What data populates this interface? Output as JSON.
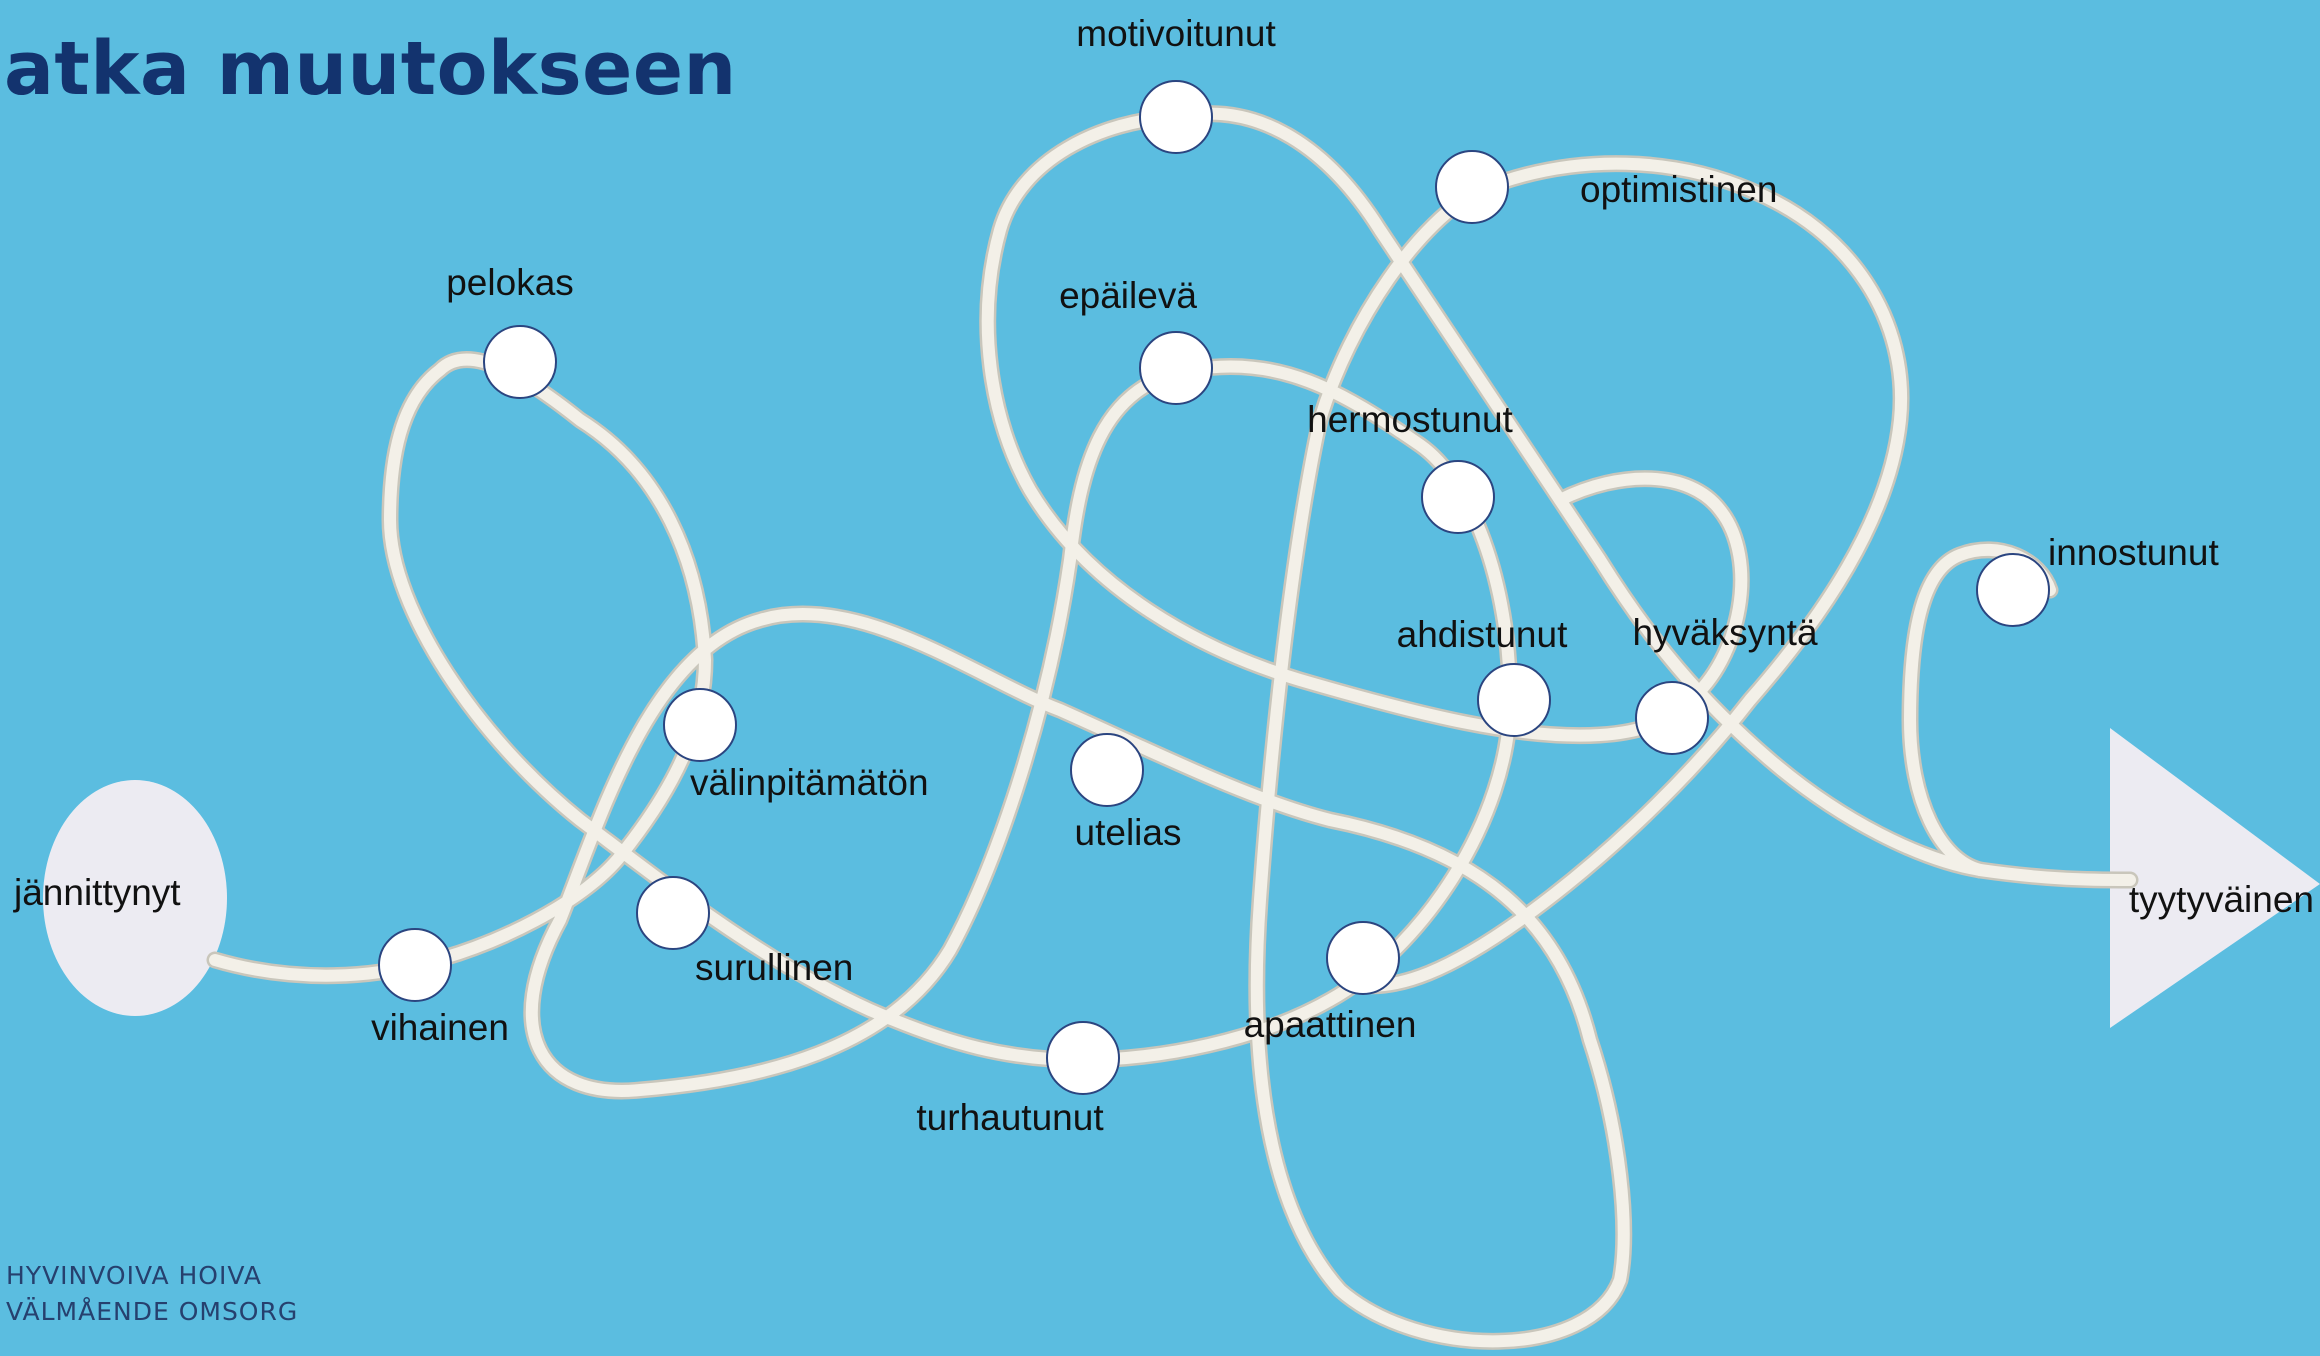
{
  "title": "atka muutokseen",
  "footer": {
    "line1": "HYVINVOIVA HOIVA",
    "line2": "VÄLMÅENDE OMSORG"
  },
  "colors": {
    "background": "#5bbde0",
    "string": "#f3f0e8",
    "node_fill": "#ffffff",
    "node_stroke": "#2b4580",
    "title": "#13336e"
  },
  "start_label": "jännittynyt",
  "end_label": "tyytyväinen",
  "nodes": [
    {
      "id": "vihainen",
      "label": "vihainen"
    },
    {
      "id": "pelokas",
      "label": "pelokas"
    },
    {
      "id": "valinpitamaton",
      "label": "välinpitämätön"
    },
    {
      "id": "surullinen",
      "label": "surullinen"
    },
    {
      "id": "turhautunut",
      "label": "turhautunut"
    },
    {
      "id": "utelias",
      "label": "utelias"
    },
    {
      "id": "epaileva",
      "label": "epäilevä"
    },
    {
      "id": "motivoitunut",
      "label": "motivoitunut"
    },
    {
      "id": "optimistinen",
      "label": "optimistinen"
    },
    {
      "id": "hermostunut",
      "label": "hermostunut"
    },
    {
      "id": "ahdistunut",
      "label": "ahdistunut"
    },
    {
      "id": "apaattinen",
      "label": "apaattinen"
    },
    {
      "id": "hyvaksynta",
      "label": "hyväksyntä"
    },
    {
      "id": "innostunut",
      "label": "innostunut"
    }
  ]
}
